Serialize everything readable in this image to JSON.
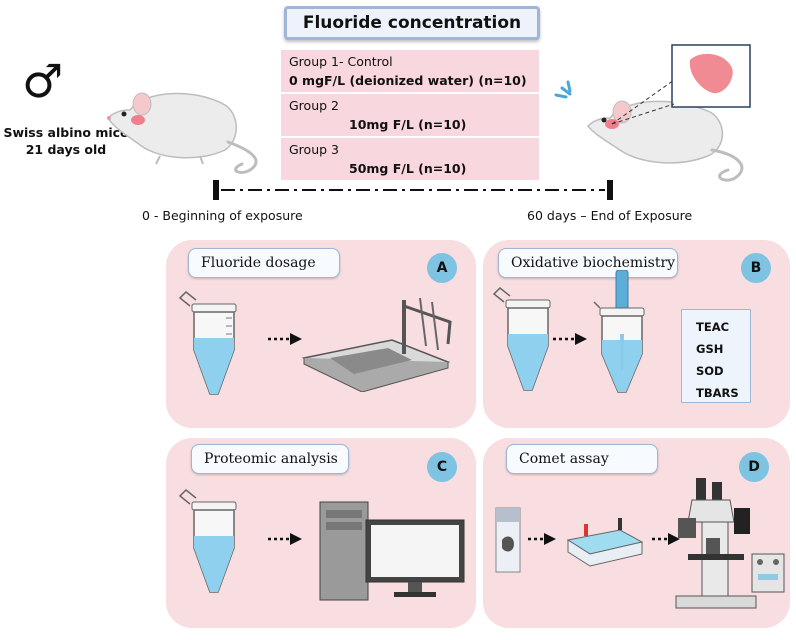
{
  "title": "Fluoride concentration",
  "groups": [
    {
      "label": "Group 1- Control",
      "detail": "0 mgF/L (deionized water) (n=10)"
    },
    {
      "label": "Group 2",
      "detail": "10mg F/L (n=10)"
    },
    {
      "label": "Group 3",
      "detail": "50mg F/L (n=10)"
    }
  ],
  "subject": {
    "symbol": "♂",
    "line1": "Swiss albino mice",
    "line2": "21 days old"
  },
  "timeline": {
    "start": "0 - Beginning of exposure",
    "end": "60 days – End of Exposure"
  },
  "panels": [
    {
      "title": "Fluoride dosage",
      "badge": "A"
    },
    {
      "title": "Oxidative biochemistry",
      "badge": "B",
      "markers": [
        "TEAC",
        "GSH",
        "SOD",
        "TBARS"
      ]
    },
    {
      "title": "Proteomic analysis",
      "badge": "C"
    },
    {
      "title": "Comet assay",
      "badge": "D"
    }
  ],
  "colors": {
    "panel_bg": "#f8dde1",
    "group_bg": "#f8d7de",
    "badge": "#7ec3e2",
    "tube_liquid": "#8fd0ef",
    "outline": "#9fb6d6"
  }
}
